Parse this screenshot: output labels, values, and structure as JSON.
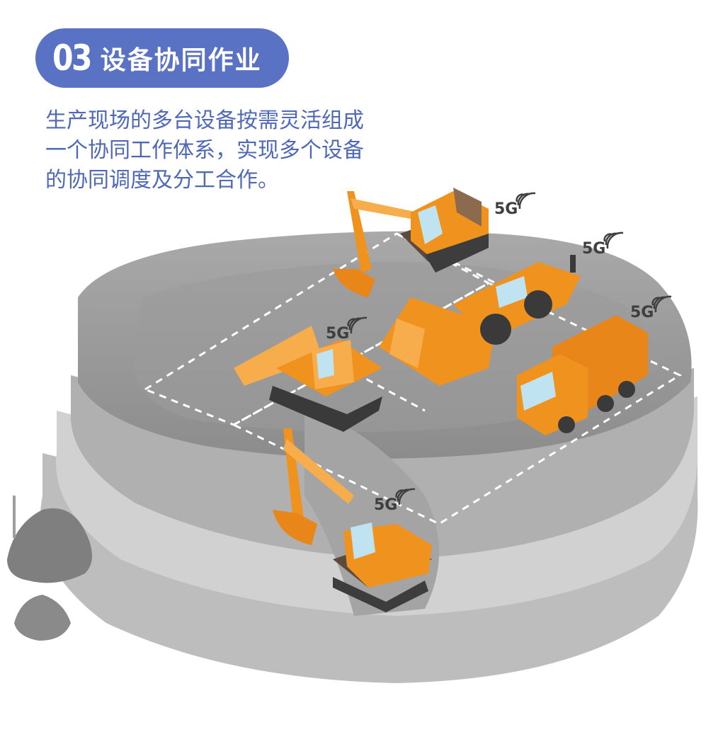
{
  "header": {
    "number": "03",
    "title": "设备协同作业",
    "color": "#5a72c4"
  },
  "description": {
    "lines": [
      "生产现场的多台设备按需灵活组成",
      "一个协同工作体系，实现多个设备",
      "的协同调度及分工合作。"
    ],
    "color": "#4f68b8"
  },
  "signals": {
    "excavator_top": "5G",
    "loader": "5G",
    "truck": "5G",
    "dozer": "5G",
    "excavator_bottom": "5G"
  },
  "colors": {
    "machine": "#f0921e",
    "ground": "#9a9a9a",
    "rock": "#7d7d7d"
  },
  "icons": [
    "wifi-signal-icon"
  ]
}
